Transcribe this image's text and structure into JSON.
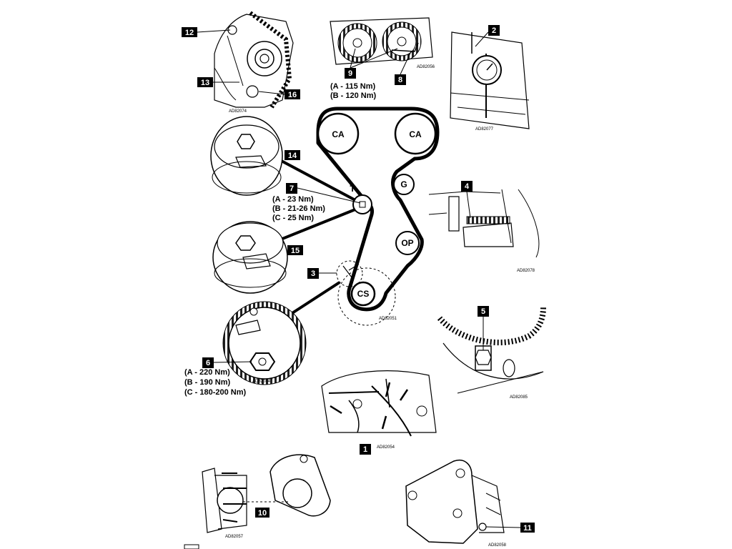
{
  "diagram": {
    "pulleys": {
      "ca_left": "CA",
      "ca_right": "CA",
      "g": "G",
      "op": "OP",
      "cs": "CS",
      "t": "T"
    },
    "callouts": {
      "c1": "1",
      "c2": "2",
      "c3": "3",
      "c4": "4",
      "c5": "5",
      "c6": "6",
      "c7": "7",
      "c8": "8",
      "c9": "9",
      "c10": "10",
      "c11": "11",
      "c12": "12",
      "c13": "13",
      "c14": "14",
      "c15": "15",
      "c16": "16"
    },
    "specs": {
      "camshaft": [
        "(A - 115 Nm)",
        "(B - 120 Nm)"
      ],
      "tensioner": [
        "(A - 23 Nm)",
        "(B - 21-26 Nm)",
        "(C - 25 Nm)"
      ],
      "crankshaft": [
        "(A - 220 Nm)",
        "(B - 190 Nm)",
        "(C - 180-200 Nm)"
      ]
    },
    "refs": {
      "r2074": "AD82074",
      "r2056": "AD82056",
      "r2077": "AD82077",
      "r2078": "AD82078",
      "r2051": "AD82051",
      "r2084": "AD82084",
      "r2085": "AD82085",
      "r2054": "AD82054",
      "r2057": "AD82057",
      "r2058": "AD82058"
    }
  }
}
